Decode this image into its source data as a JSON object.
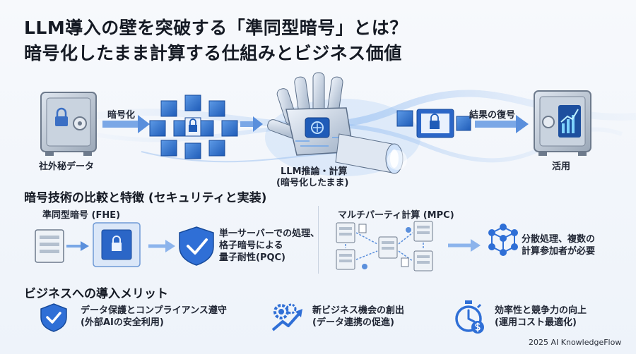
{
  "title": {
    "line1": "LLM導入の壁を突破する「準同型暗号」とは？",
    "line2": "暗号化したまま計算する仕組みとビジネス価値"
  },
  "flow": {
    "source_label": "社外秘データ",
    "encrypt_label": "暗号化",
    "process_label_1": "LLM推論・計算",
    "process_label_2": "(暗号化したまま)",
    "decrypt_label": "結果の復号",
    "use_label": "活用"
  },
  "comparison": {
    "heading": "暗号技術の比較と特徴 (セキュリティと実装)",
    "fhe": {
      "title": "準同型暗号 (FHE)",
      "desc_line1": "単一サーバーでの処理、",
      "desc_line2": "格子暗号による",
      "desc_line3": "量子耐性(PQC)"
    },
    "mpc": {
      "title": "マルチパーティ計算 (MPC)",
      "desc_line1": "分散処理、複数の",
      "desc_line2": "計算参加者が必要"
    }
  },
  "merits": {
    "heading": "ビジネスへの導入メリット",
    "items": [
      {
        "line1": "データ保護とコンプライアンス遵守",
        "line2": "(外部AIの安全利用)",
        "icon": "shield-check-icon"
      },
      {
        "line1": "新ビジネス機会の創出",
        "line2": "(データ連携の促進)",
        "icon": "gear-growth-icon"
      },
      {
        "line1": "効率性と競争力の向上",
        "line2": "(運用コスト最適化)",
        "icon": "stopwatch-dollar-icon"
      }
    ]
  },
  "footer": "2025 AI KnowledgeFlow",
  "colors": {
    "accent": "#2f6fd6",
    "light_accent": "#8fb8ee",
    "text": "#1a1f2b"
  }
}
